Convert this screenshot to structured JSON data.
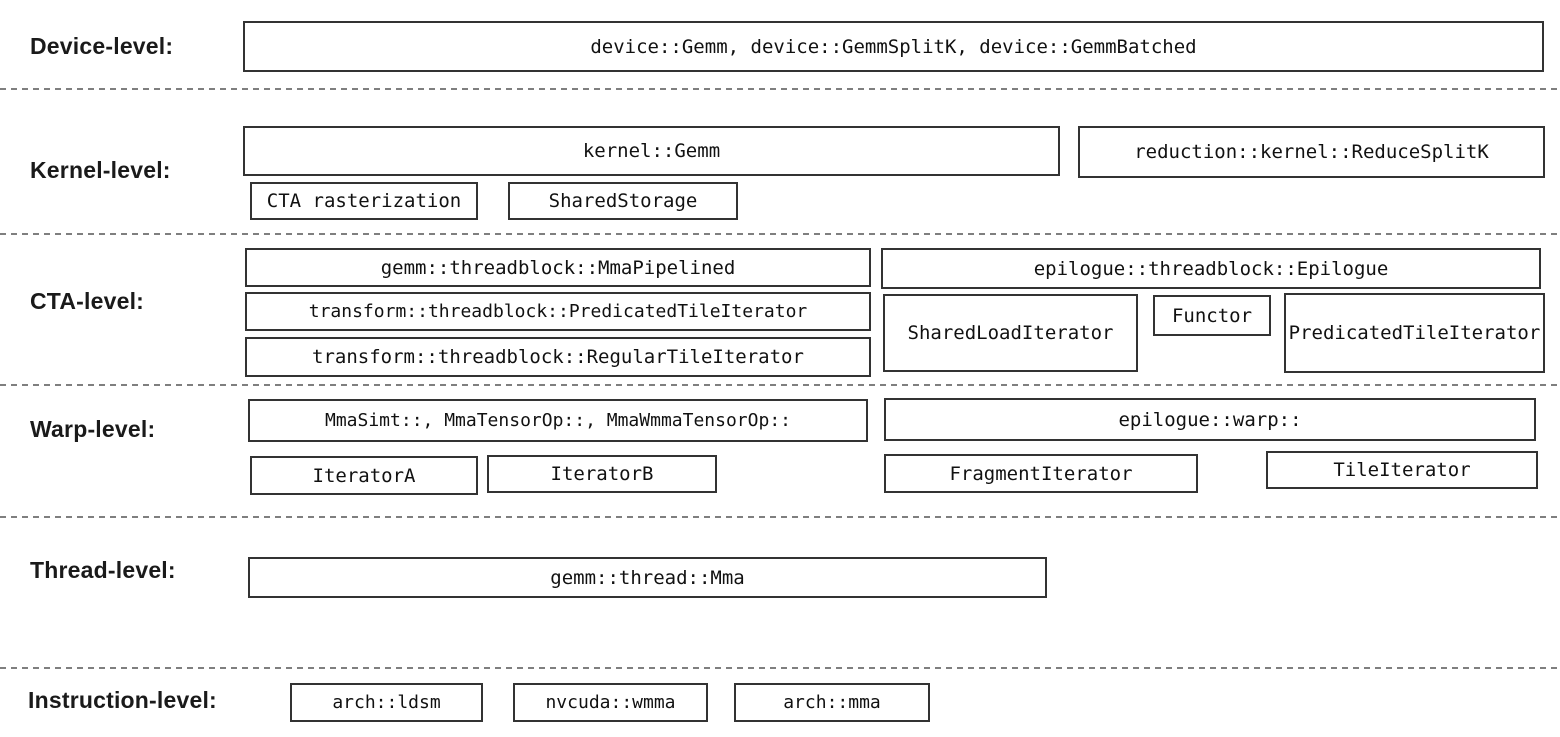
{
  "colors": {
    "box_border": "#333333",
    "box_text": "#111111",
    "label_text": "#1a1a1a",
    "separator": "#7f7f7f",
    "background": "#ffffff"
  },
  "levels": [
    {
      "label": "Device-level:",
      "boxes": [
        {
          "id": "device-gemm",
          "label": "device::Gemm, device::GemmSplitK, device::GemmBatched"
        }
      ]
    },
    {
      "label": "Kernel-level:",
      "boxes": [
        {
          "id": "kernel-gemm",
          "label": "kernel::Gemm"
        },
        {
          "id": "reduce-splitk",
          "label": "reduction::kernel::ReduceSplitK"
        },
        {
          "id": "cta-rasterization",
          "label": "CTA rasterization"
        },
        {
          "id": "shared-storage",
          "label": "SharedStorage"
        }
      ]
    },
    {
      "label": "CTA-level:",
      "boxes": [
        {
          "id": "mma-pipelined",
          "label": "gemm::threadblock::MmaPipelined"
        },
        {
          "id": "transform-predicated-tile-iterator",
          "label": "transform::threadblock::PredicatedTileIterator"
        },
        {
          "id": "transform-regular-tile-iterator",
          "label": "transform::threadblock::RegularTileIterator"
        },
        {
          "id": "epilogue-threadblock",
          "label": "epilogue::threadblock::Epilogue"
        },
        {
          "id": "shared-load-iterator",
          "label": "SharedLoadIterator"
        },
        {
          "id": "functor",
          "label": "Functor"
        },
        {
          "id": "predicated-tile-iterator",
          "label": "PredicatedTileIterator"
        }
      ]
    },
    {
      "label": "Warp-level:",
      "boxes": [
        {
          "id": "warp-mma",
          "label": "MmaSimt::, MmaTensorOp::, MmaWmmaTensorOp::"
        },
        {
          "id": "epilogue-warp",
          "label": "epilogue::warp::"
        },
        {
          "id": "iterator-a",
          "label": "IteratorA"
        },
        {
          "id": "iterator-b",
          "label": "IteratorB"
        },
        {
          "id": "fragment-iterator",
          "label": "FragmentIterator"
        },
        {
          "id": "tile-iterator",
          "label": "TileIterator"
        }
      ]
    },
    {
      "label": "Thread-level:",
      "boxes": [
        {
          "id": "thread-mma",
          "label": "gemm::thread::Mma"
        }
      ]
    },
    {
      "label": "Instruction-level:",
      "boxes": [
        {
          "id": "arch-ldsm",
          "label": "arch::ldsm"
        },
        {
          "id": "nvcuda-wmma",
          "label": "nvcuda::wmma"
        },
        {
          "id": "arch-mma",
          "label": "arch::mma"
        }
      ]
    }
  ]
}
